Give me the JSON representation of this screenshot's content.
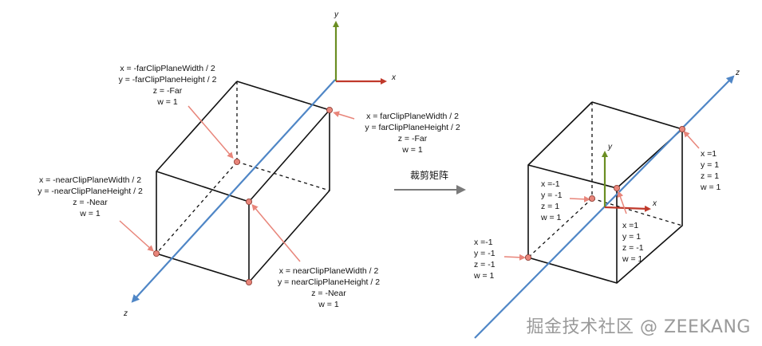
{
  "colors": {
    "y_axis": "#6b8e23",
    "x_axis": "#c0392b",
    "z_axis": "#4f86c6",
    "arrow": "#e8857a",
    "vertex": "#e8857a",
    "box": "#111111",
    "transform_arrow": "#7a7a7a"
  },
  "left": {
    "axes": {
      "y": "y",
      "x": "x",
      "z": "z"
    },
    "far_top_left": [
      "x = -farClipPlaneWidth / 2",
      "y = -farClipPlaneHeight / 2",
      "z = -Far",
      "w = 1"
    ],
    "far_top_right": [
      "x = farClipPlaneWidth / 2",
      "y = farClipPlaneHeight / 2",
      "z = -Far",
      "w = 1"
    ],
    "near_left": [
      "x = -nearClipPlaneWidth / 2",
      "y = -nearClipPlaneHeight / 2",
      "z = -Near",
      "w = 1"
    ],
    "near_right": [
      "x = nearClipPlaneWidth / 2",
      "y = nearClipPlaneHeight / 2",
      "z = -Near",
      "w = 1"
    ]
  },
  "transform_label": "裁剪矩阵",
  "right": {
    "axes": {
      "y": "y",
      "x": "x",
      "z": "z"
    },
    "back_inner": [
      "x =-1",
      "y = -1",
      "z = 1",
      "w = 1"
    ],
    "top_right": [
      "x =1",
      "y = 1",
      "z = 1",
      "w = 1"
    ],
    "front_inner": [
      "x =1",
      "y = 1",
      "z = -1",
      "w = 1"
    ],
    "bottom_left": [
      "x =-1",
      "y = -1",
      "z = -1",
      "w = 1"
    ]
  },
  "watermark": "掘金技术社区 @ ZEEKANG"
}
